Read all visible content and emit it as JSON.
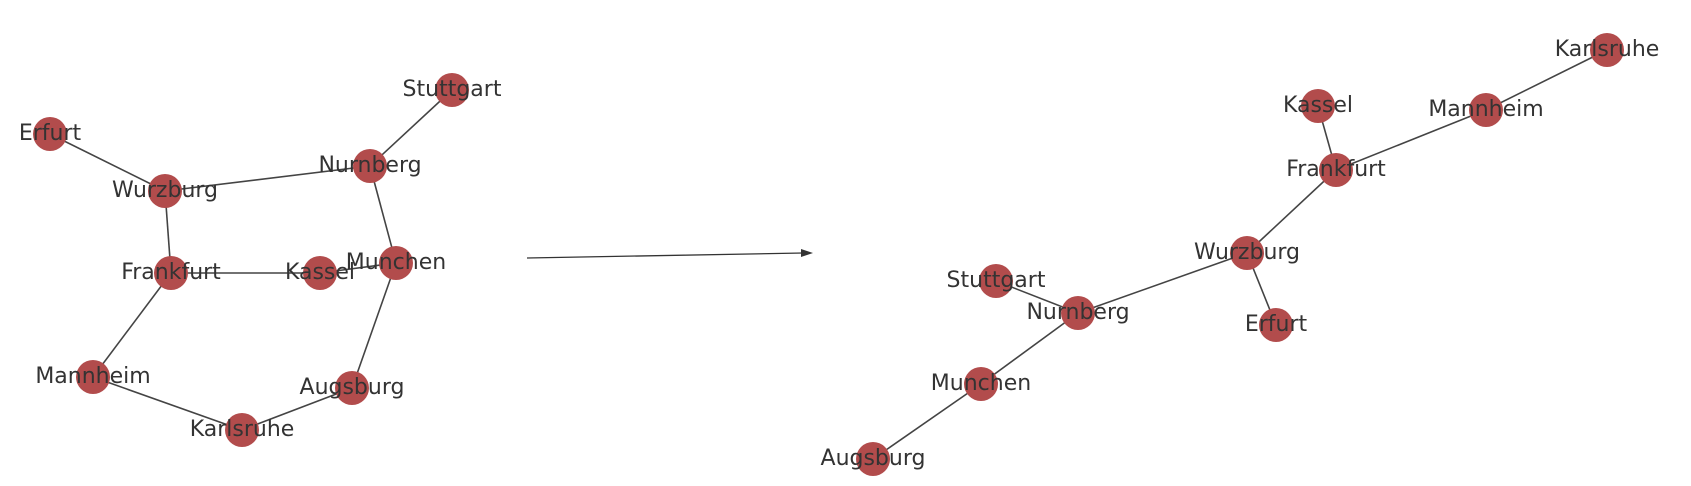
{
  "diagram": {
    "node_color": "#b24c4c",
    "edge_color": "#444444",
    "label_color": "#333333",
    "left_graph": {
      "nodes": [
        "Stuttgart",
        "Erfurt",
        "Nurnberg",
        "Wurzburg",
        "Frankfurt",
        "Kassel",
        "Munchen",
        "Mannheim",
        "Augsburg",
        "Karlsruhe"
      ],
      "edges": [
        [
          "Erfurt",
          "Wurzburg"
        ],
        [
          "Wurzburg",
          "Nurnberg"
        ],
        [
          "Nurnberg",
          "Stuttgart"
        ],
        [
          "Nurnberg",
          "Munchen"
        ],
        [
          "Wurzburg",
          "Frankfurt"
        ],
        [
          "Frankfurt",
          "Kassel"
        ],
        [
          "Kassel",
          "Munchen"
        ],
        [
          "Frankfurt",
          "Mannheim"
        ],
        [
          "Mannheim",
          "Karlsruhe"
        ],
        [
          "Karlsruhe",
          "Augsburg"
        ],
        [
          "Augsburg",
          "Munchen"
        ]
      ]
    },
    "arrow": {
      "direction": "left-to-right"
    },
    "right_graph": {
      "nodes": [
        "Karlsruhe",
        "Kassel",
        "Mannheim",
        "Frankfurt",
        "Wurzburg",
        "Stuttgart",
        "Nurnberg",
        "Erfurt",
        "Munchen",
        "Augsburg"
      ],
      "edges": [
        [
          "Karlsruhe",
          "Mannheim"
        ],
        [
          "Mannheim",
          "Frankfurt"
        ],
        [
          "Kassel",
          "Frankfurt"
        ],
        [
          "Frankfurt",
          "Wurzburg"
        ],
        [
          "Wurzburg",
          "Erfurt"
        ],
        [
          "Wurzburg",
          "Nurnberg"
        ],
        [
          "Stuttgart",
          "Nurnberg"
        ],
        [
          "Nurnberg",
          "Munchen"
        ],
        [
          "Munchen",
          "Augsburg"
        ]
      ]
    }
  }
}
